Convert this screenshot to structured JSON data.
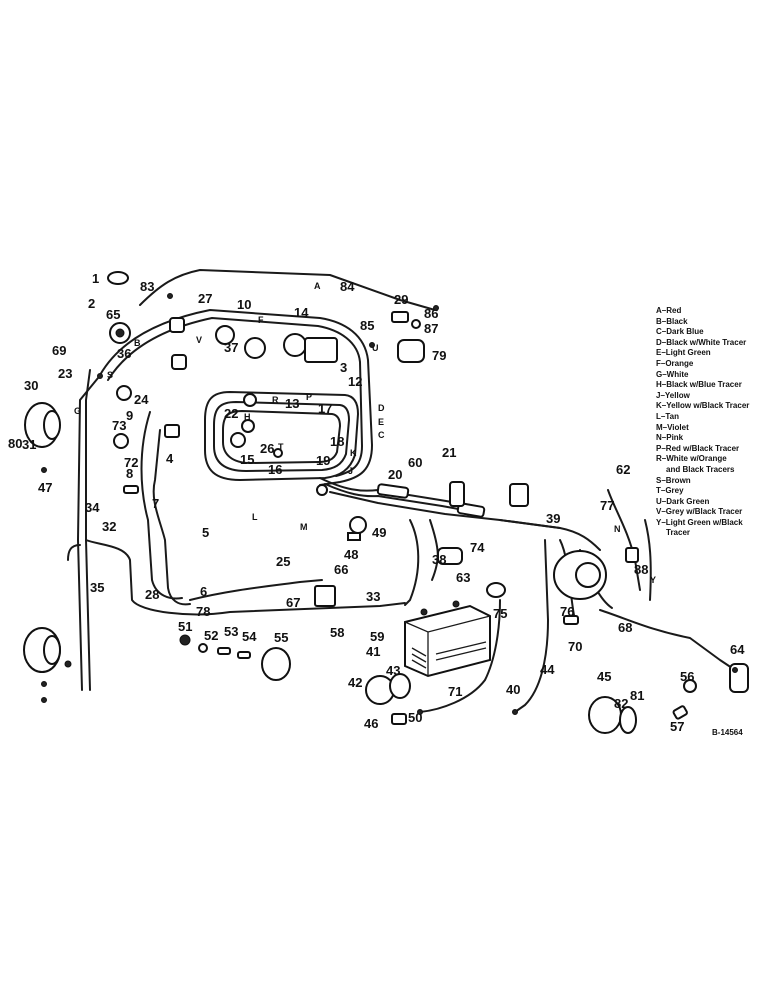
{
  "callouts": [
    "1",
    "2",
    "3",
    "4",
    "5",
    "6",
    "7",
    "8",
    "9",
    "10",
    "12",
    "13",
    "14",
    "15",
    "16",
    "17",
    "18",
    "19",
    "20",
    "21",
    "22",
    "23",
    "24",
    "25",
    "26",
    "27",
    "28",
    "29",
    "30",
    "31",
    "32",
    "33",
    "34",
    "35",
    "36",
    "37",
    "38",
    "39",
    "40",
    "41",
    "42",
    "43",
    "44",
    "45",
    "46",
    "47",
    "48",
    "49",
    "50",
    "51",
    "52",
    "53",
    "54",
    "55",
    "56",
    "57",
    "58",
    "59",
    "60",
    "62",
    "63",
    "64",
    "65",
    "66",
    "67",
    "68",
    "69",
    "70",
    "71",
    "72",
    "73",
    "74",
    "75",
    "76",
    "77",
    "78",
    "79",
    "80",
    "81",
    "82",
    "83",
    "84",
    "85",
    "86",
    "87",
    "88"
  ],
  "wire_codes": [
    "A",
    "B",
    "C",
    "D",
    "E",
    "F",
    "G",
    "H",
    "J",
    "K",
    "L",
    "M",
    "N",
    "P",
    "R",
    "S",
    "T",
    "U",
    "V",
    "Y"
  ],
  "legend": [
    "A–Red",
    "B–Black",
    "C–Dark Blue",
    "D–Black w/White Tracer",
    "E–Light Green",
    "F–Orange",
    "G–White",
    "H–Black w/Blue Tracer",
    "J–Yellow",
    "K–Yellow w/Black Tracer",
    "L–Tan",
    "M–Violet",
    "N–Pink",
    "P–Red w/Black Tracer",
    "R–White w/Orange",
    "and Black Tracers",
    "S–Brown",
    "T–Grey",
    "U–Dark Green",
    "V–Grey w/Black Tracer",
    "Y–Light Green w/Black",
    "Tracer"
  ],
  "drawing_number": "B-14564"
}
